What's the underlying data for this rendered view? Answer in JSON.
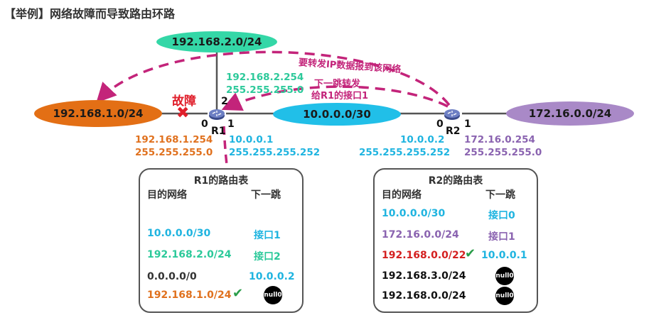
{
  "title": "【举例】网络故障而导致路由环路",
  "colors": {
    "orange": "#e0711e",
    "cyan": "#1fb4e0",
    "green": "#2cc99a",
    "purple": "#8a63b0",
    "red": "#d42020",
    "black": "#111111",
    "arrow": "#c3247a"
  },
  "networks": {
    "net_1": "192.168.1.0/24",
    "net_2": "192.168.2.0/24",
    "net_10": "10.0.0.0/30",
    "net_172": "172.16.0.0/24"
  },
  "routers": {
    "r1": "R1",
    "r2": "R2"
  },
  "ports": {
    "r1_p0": "0",
    "r1_p1": "1",
    "r1_p2": "2",
    "r2_p0": "0",
    "r2_p1": "1"
  },
  "fault": {
    "label": "故障"
  },
  "annotations": {
    "forward_to_net": "要转发IP数据报到该网络",
    "next_hop_line1": "下一跳转发",
    "next_hop_line2": "给R1的接口1"
  },
  "addresses": {
    "r1_if2_ip": "192.168.2.254",
    "r1_if2_mask": "255.255.255.0",
    "r1_if0_ip": "192.168.1.254",
    "r1_if0_mask": "255.255.255.0",
    "r1_if1_ip": "10.0.0.1",
    "r1_if1_mask": "255.255.255.252",
    "r2_if0_ip": "10.0.0.2",
    "r2_if0_mask": "255.255.255.252",
    "r2_if1_ip": "172.16.0.254",
    "r2_if1_mask": "255.255.255.0"
  },
  "r1_table": {
    "title": "R1的路由表",
    "col_dest": "目的网络",
    "col_next": "下一跳",
    "rows": [
      {
        "dest": "10.0.0.0/30",
        "next": "接口1"
      },
      {
        "dest": "192.168.2.0/24",
        "next": "接口2"
      },
      {
        "dest": "0.0.0.0/0",
        "next": "10.0.0.2"
      },
      {
        "dest": "192.168.1.0/24",
        "next": "null0"
      }
    ]
  },
  "r2_table": {
    "title": "R2的路由表",
    "col_dest": "目的网络",
    "col_next": "下一跳",
    "rows": [
      {
        "dest": "10.0.0.0/30",
        "next": "接口0"
      },
      {
        "dest": "172.16.0.0/24",
        "next": "接口1"
      },
      {
        "dest": "192.168.0.0/22",
        "next": "10.0.0.1"
      },
      {
        "dest": "192.168.3.0/24",
        "next": "null0"
      },
      {
        "dest": "192.168.0.0/24",
        "next": "null0"
      }
    ]
  }
}
